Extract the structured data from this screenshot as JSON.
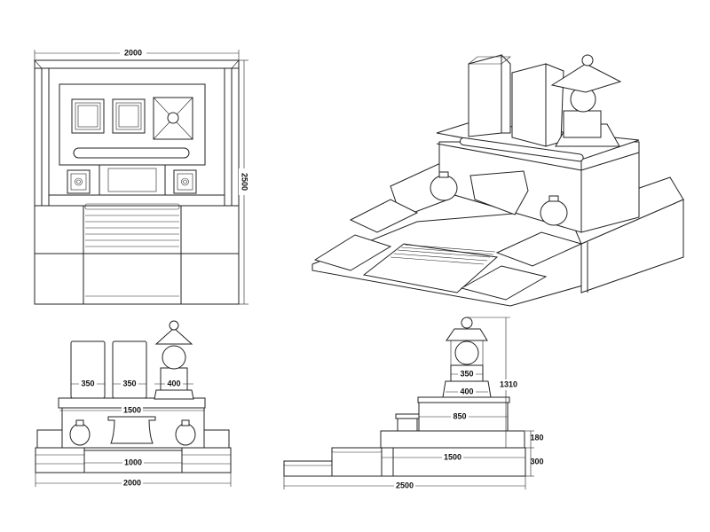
{
  "plan_view": {
    "width_label": "2000",
    "depth_label": "2500"
  },
  "front_elevation": {
    "stone1_width": "350",
    "stone2_width": "350",
    "lantern_width": "400",
    "platform_width": "1500",
    "step_width": "1000",
    "overall_width": "2000"
  },
  "side_elevation": {
    "lantern_top_width": "350",
    "lantern_base_width": "400",
    "height_total": "1310",
    "platform_depth": "850",
    "slab_height": "180",
    "base_height": "300",
    "base_depth": "1500",
    "overall_depth": "2500"
  },
  "colors": {
    "line": "#222222",
    "background": "#ffffff"
  }
}
